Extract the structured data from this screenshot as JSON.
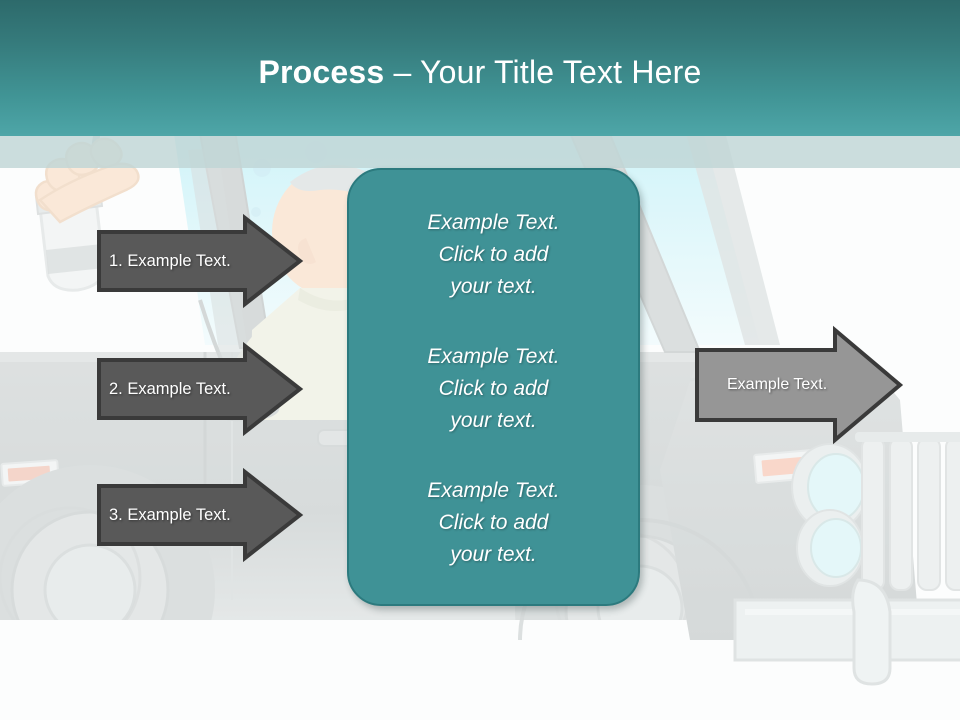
{
  "slide": {
    "title_bold": "Process ",
    "title_rest": "– Your Title Text Here",
    "theme": {
      "header_gradient_top": "#2d6a6b",
      "header_gradient_bottom": "#4ea6a8",
      "header_underband": "#bfd6d6",
      "panel_fill": "#3f9296",
      "panel_border": "#2c7a7e",
      "arrow_dark_fill": "#595959",
      "arrow_dark_border": "#3a3a3a",
      "arrow_light_fill": "#969696",
      "arrow_light_border": "#3a3a3a",
      "background": "#fbfdfd",
      "text_on_dark": "#ffffff"
    }
  },
  "left_arrows": [
    {
      "label": "1. Example Text."
    },
    {
      "label": "2. Example Text."
    },
    {
      "label": "3. Example Text."
    }
  ],
  "right_arrows": [
    {
      "label": "Example Text."
    }
  ],
  "center_panel": {
    "blocks": [
      "Example Text.\nClick  to add\nyour text.",
      "Example Text.\nClick  to add\nyour text.",
      "Example Text.\nClick  to add\nyour text."
    ]
  },
  "background_art": {
    "description": "faded clip-art of a man driving a car holding a drink cup",
    "body_color": "#c9cfcf",
    "glass_color": "#d6f4f8",
    "skin_color": "#f7ddc6",
    "shirt_color": "#eceee0",
    "signal_color": "#f6c4b0",
    "headlight_color": "#d6f4f4"
  }
}
